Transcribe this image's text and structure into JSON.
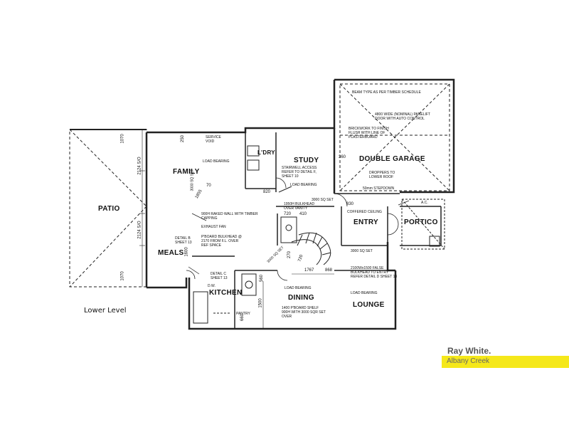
{
  "rooms": {
    "patio": "PATIO",
    "family": "FAMILY",
    "meals": "MEALS",
    "kitchen": "KITCHEN",
    "dining": "DINING",
    "lounge": "LOUNGE",
    "study": "STUDY",
    "laundry": "L'DRY",
    "entry": "ENTRY",
    "portico": "PORTICO",
    "double_garage": "DOUBLE GARAGE"
  },
  "notes": {
    "beam_type": "BEAM TYPE AS PER TIMBER SCHEDULE",
    "panel_door": "4800 WIDE (NOMINAL) PANELIFT DOOR WITH AUTO CONTROL",
    "brickwork": "BRICKWORK TO FINISH FLUSH WITH LINE OF PLASTERBOARD",
    "droppers": "DROPPERS TO LOWER ROOF",
    "step_down": "50mm STEPDOWN",
    "service_void": "SERVICE VOID",
    "load_bearing": "LOAD BEARING",
    "stairwell_access": "STAIRWELL ACCESS REFER TO DETAIL F, SHEET 10",
    "bulkhead_vanity": "1950H BULKHEAD OVER VANITY",
    "set_3000": "3000 SQ SET",
    "raked_wall": "900H RAKED WALL WITH TIMBER CAPPING",
    "exhaust_fan": "EXHAUST FAN",
    "coffered_ceiling": "COFFERED CEILING",
    "detail_b": "DETAIL B SHEET 13",
    "pboard_bulkhead": "P'BOARD BULKHEAD @ 2170 FROM F.L. OVER REF SPACE",
    "detail_c": "DETAIL C SHEET 13",
    "false_bulkhead": "2100Wx1500 FALSE BULKHEAD TO ENTRY REFER DETAIL D SHEET 13",
    "pboard_shelf": "1400 P'BOARD SHELF 900H WITH 3000 SQR SET OVER",
    "pantry": "PANTRY",
    "dw": "D.W.",
    "set_3000_b": "3000 SQ SET",
    "set_3000_c": "3000 SQ SET",
    "set_3000_d": "3000 SQ SET",
    "ac": "A.C."
  },
  "dims": {
    "d250": "250",
    "d1070a": "1070",
    "d2124a": "2124 S/O",
    "d2124b": "2124 S/O",
    "d1070b": "1070",
    "d1855": "1855",
    "d70": "70",
    "d820": "820",
    "d720": "720",
    "d410": "410",
    "d360": "360",
    "d1600": "1600",
    "d1767": "1767",
    "d868": "868",
    "d560": "560",
    "d1500": "1500",
    "d660": "660",
    "d270": "270",
    "d720b": "720",
    "d830": "830"
  },
  "caption": "Lower Level",
  "brand": {
    "name": "Ray White.",
    "office": "Albany Creek",
    "accent": "#f5e81a"
  }
}
